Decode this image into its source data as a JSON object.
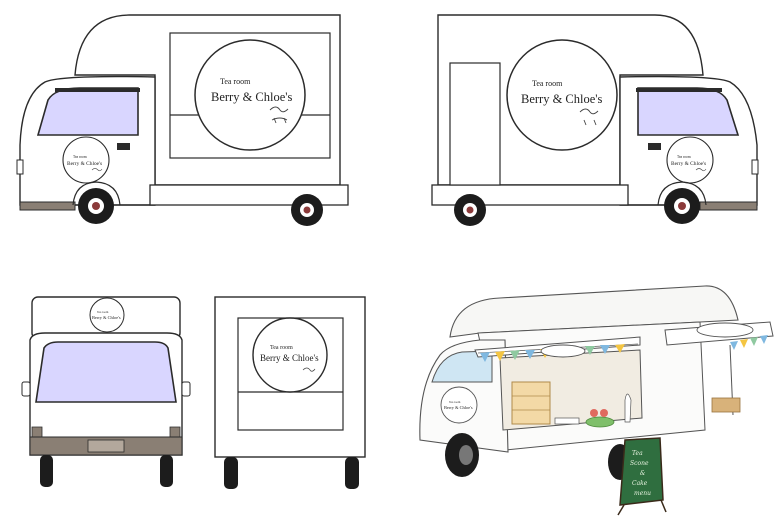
{
  "logo": {
    "line1": "Tea room",
    "line2": "Berry & Chloe's"
  },
  "chalkboard_text": [
    "Tea",
    "Scone",
    "&",
    "Cake",
    "menu"
  ],
  "colors": {
    "outline": "#2b2b2b",
    "body": "#ffffff",
    "windshield": "#d9d6ff",
    "tire": "#1c1c1c",
    "skirt": "#8a7f74",
    "chalkboard": "#2f6e3f",
    "bunting": [
      "#7fb8e0",
      "#f4c542",
      "#8fc9a0",
      "#7fb8e0",
      "#f4c542"
    ]
  }
}
